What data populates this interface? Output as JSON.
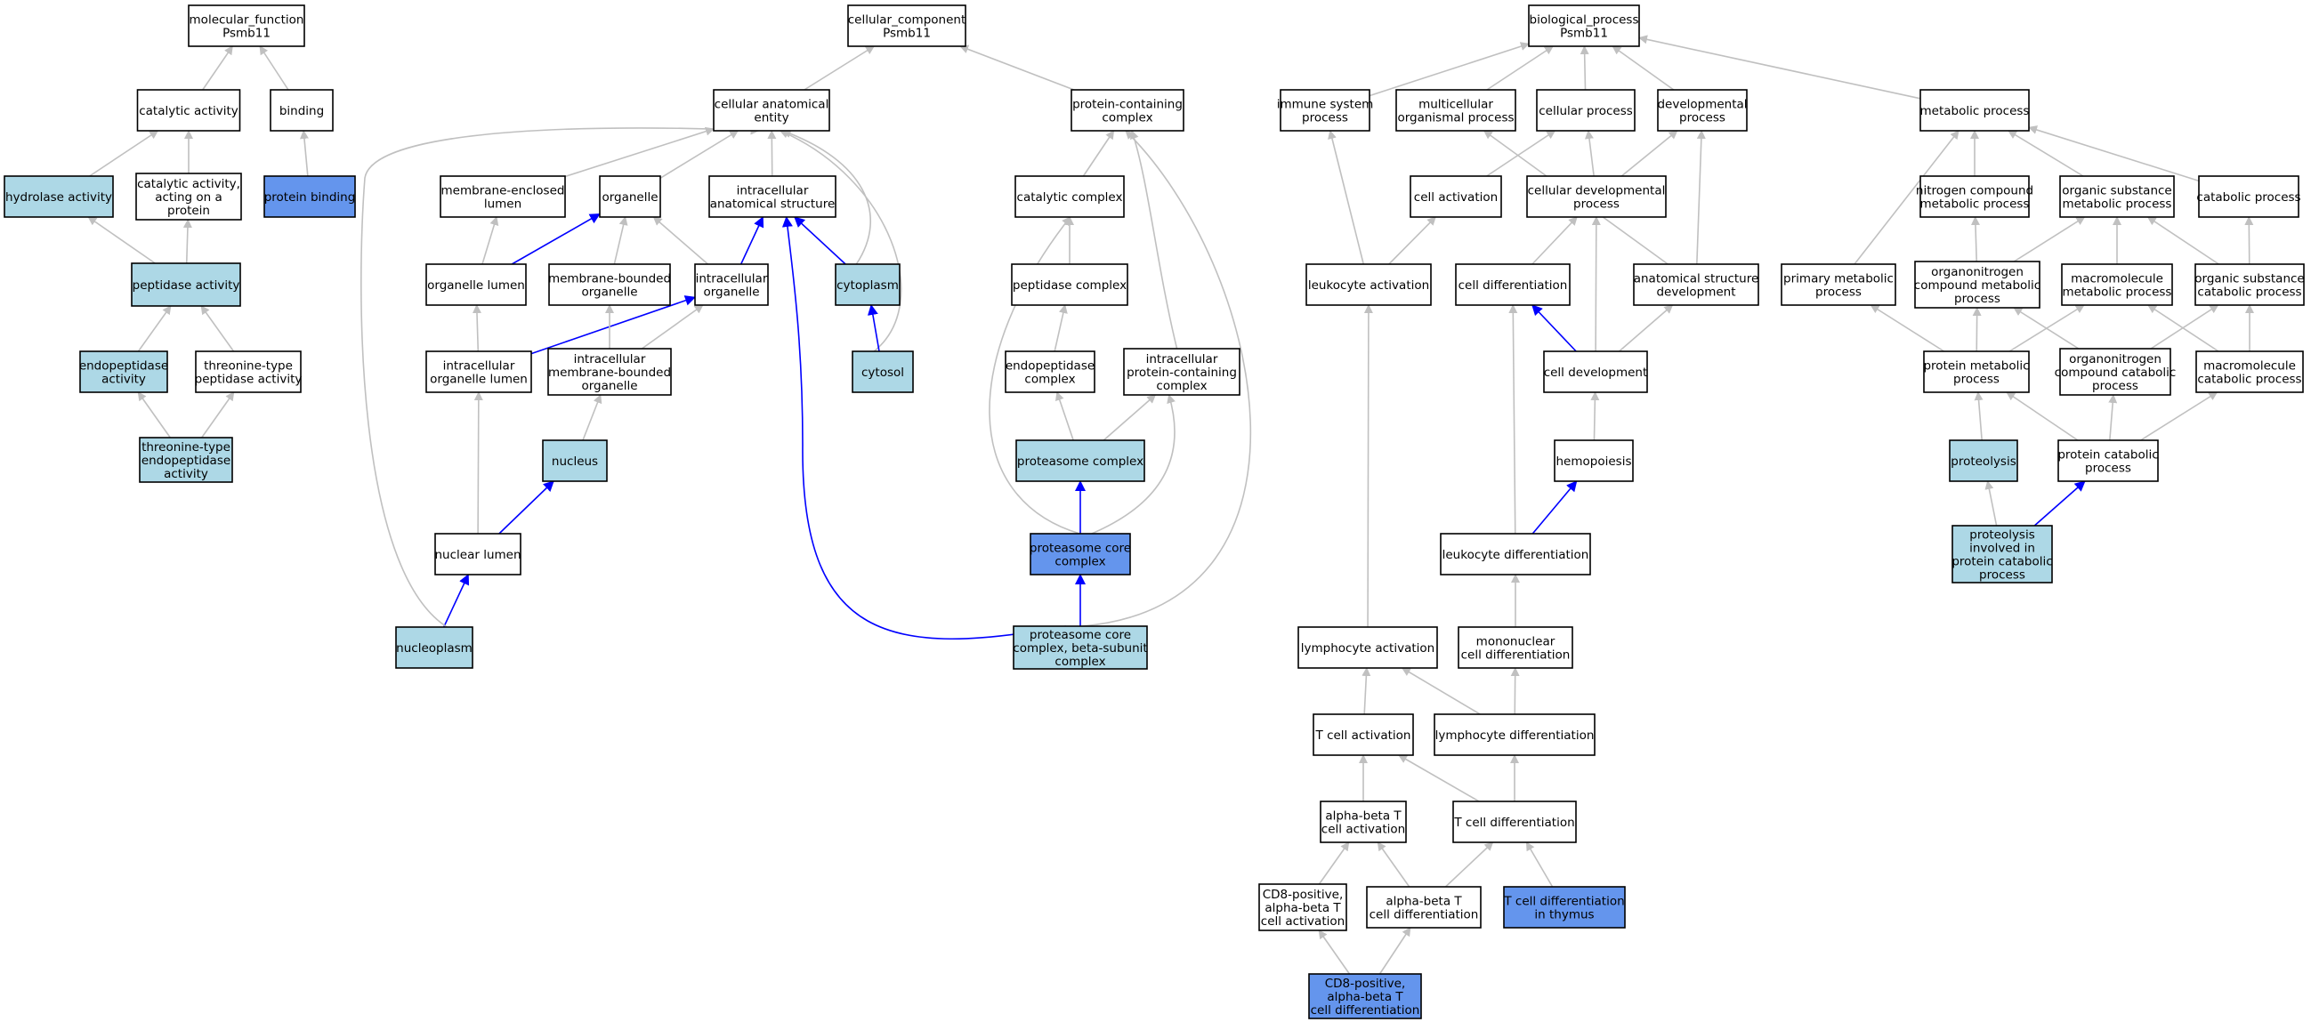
{
  "colors": {
    "plain": "#ffffff",
    "light": "#add8e6",
    "strong": "#6495ed",
    "edge_gray": "#c0c0c0",
    "edge_blue": "#0000ff"
  },
  "nodes": [
    {
      "id": "mf",
      "lines": [
        "molecular_function",
        "Psmb11"
      ],
      "style": "plain"
    },
    {
      "id": "cat_act",
      "lines": [
        "catalytic activity"
      ],
      "style": "plain"
    },
    {
      "id": "binding",
      "lines": [
        "binding"
      ],
      "style": "plain"
    },
    {
      "id": "hydrolase",
      "lines": [
        "hydrolase activity"
      ],
      "style": "light"
    },
    {
      "id": "cat_protein",
      "lines": [
        "catalytic activity,",
        "acting on a",
        "protein"
      ],
      "style": "plain"
    },
    {
      "id": "protein_binding",
      "lines": [
        "protein binding"
      ],
      "style": "strong"
    },
    {
      "id": "peptidase",
      "lines": [
        "peptidase activity"
      ],
      "style": "light"
    },
    {
      "id": "endopeptidase",
      "lines": [
        "endopeptidase",
        "activity"
      ],
      "style": "light"
    },
    {
      "id": "thr_peptidase",
      "lines": [
        "threonine-type",
        "peptidase activity"
      ],
      "style": "plain"
    },
    {
      "id": "thr_endopeptidase",
      "lines": [
        "threonine-type",
        "endopeptidase",
        "activity"
      ],
      "style": "light"
    },
    {
      "id": "cc",
      "lines": [
        "cellular_component",
        "Psmb11"
      ],
      "style": "plain"
    },
    {
      "id": "cae",
      "lines": [
        "cellular anatomical",
        "entity"
      ],
      "style": "plain"
    },
    {
      "id": "pcc",
      "lines": [
        "protein-containing",
        "complex"
      ],
      "style": "plain"
    },
    {
      "id": "mel",
      "lines": [
        "membrane-enclosed",
        "lumen"
      ],
      "style": "plain"
    },
    {
      "id": "organelle",
      "lines": [
        "organelle"
      ],
      "style": "plain"
    },
    {
      "id": "ias",
      "lines": [
        "intracellular",
        "anatomical structure"
      ],
      "style": "plain"
    },
    {
      "id": "catcomplex",
      "lines": [
        "catalytic complex"
      ],
      "style": "plain"
    },
    {
      "id": "org_lumen",
      "lines": [
        "organelle lumen"
      ],
      "style": "plain"
    },
    {
      "id": "mbo",
      "lines": [
        "membrane-bounded",
        "organelle"
      ],
      "style": "plain"
    },
    {
      "id": "io",
      "lines": [
        "intracellular",
        "organelle"
      ],
      "style": "plain"
    },
    {
      "id": "cytoplasm",
      "lines": [
        "cytoplasm"
      ],
      "style": "light"
    },
    {
      "id": "pepcomplex",
      "lines": [
        "peptidase complex"
      ],
      "style": "plain"
    },
    {
      "id": "iol",
      "lines": [
        "intracellular",
        "organelle lumen"
      ],
      "style": "plain"
    },
    {
      "id": "imbo",
      "lines": [
        "intracellular",
        "membrane-bounded",
        "organelle"
      ],
      "style": "plain"
    },
    {
      "id": "cytosol",
      "lines": [
        "cytosol"
      ],
      "style": "light"
    },
    {
      "id": "endocomplex",
      "lines": [
        "endopeptidase",
        "complex"
      ],
      "style": "plain"
    },
    {
      "id": "ipcc",
      "lines": [
        "intracellular",
        "protein-containing",
        "complex"
      ],
      "style": "plain"
    },
    {
      "id": "nucleus",
      "lines": [
        "nucleus"
      ],
      "style": "light"
    },
    {
      "id": "proteasome",
      "lines": [
        "proteasome complex"
      ],
      "style": "light"
    },
    {
      "id": "nuclumen",
      "lines": [
        "nuclear lumen"
      ],
      "style": "plain"
    },
    {
      "id": "pcore",
      "lines": [
        "proteasome core",
        "complex"
      ],
      "style": "strong"
    },
    {
      "id": "nucleoplasm",
      "lines": [
        "nucleoplasm"
      ],
      "style": "light"
    },
    {
      "id": "pcore_beta",
      "lines": [
        "proteasome core",
        "complex, beta-subunit",
        "complex"
      ],
      "style": "light"
    },
    {
      "id": "bp",
      "lines": [
        "biological_process",
        "Psmb11"
      ],
      "style": "plain"
    },
    {
      "id": "immune",
      "lines": [
        "immune system",
        "process"
      ],
      "style": "plain"
    },
    {
      "id": "multicell",
      "lines": [
        "multicellular",
        "organismal process"
      ],
      "style": "plain"
    },
    {
      "id": "cellproc",
      "lines": [
        "cellular process"
      ],
      "style": "plain"
    },
    {
      "id": "devproc",
      "lines": [
        "developmental",
        "process"
      ],
      "style": "plain"
    },
    {
      "id": "metab",
      "lines": [
        "metabolic process"
      ],
      "style": "plain"
    },
    {
      "id": "cellact",
      "lines": [
        "cell activation"
      ],
      "style": "plain"
    },
    {
      "id": "celldevproc",
      "lines": [
        "cellular developmental",
        "process"
      ],
      "style": "plain"
    },
    {
      "id": "ncmp",
      "lines": [
        "nitrogen compound",
        "metabolic process"
      ],
      "style": "plain"
    },
    {
      "id": "osmp",
      "lines": [
        "organic substance",
        "metabolic process"
      ],
      "style": "plain"
    },
    {
      "id": "catab",
      "lines": [
        "catabolic process"
      ],
      "style": "plain"
    },
    {
      "id": "leukact",
      "lines": [
        "leukocyte activation"
      ],
      "style": "plain"
    },
    {
      "id": "celldiff",
      "lines": [
        "cell differentiation"
      ],
      "style": "plain"
    },
    {
      "id": "asd",
      "lines": [
        "anatomical structure",
        "development"
      ],
      "style": "plain"
    },
    {
      "id": "primmet",
      "lines": [
        "primary metabolic",
        "process"
      ],
      "style": "plain"
    },
    {
      "id": "oncmp",
      "lines": [
        "organonitrogen",
        "compound metabolic",
        "process"
      ],
      "style": "plain"
    },
    {
      "id": "macromet",
      "lines": [
        "macromolecule",
        "metabolic process"
      ],
      "style": "plain"
    },
    {
      "id": "oscp",
      "lines": [
        "organic substance",
        "catabolic process"
      ],
      "style": "plain"
    },
    {
      "id": "celldev",
      "lines": [
        "cell development"
      ],
      "style": "plain"
    },
    {
      "id": "protmet",
      "lines": [
        "protein metabolic",
        "process"
      ],
      "style": "plain"
    },
    {
      "id": "onccp",
      "lines": [
        "organonitrogen",
        "compound catabolic",
        "process"
      ],
      "style": "plain"
    },
    {
      "id": "macrocat",
      "lines": [
        "macromolecule",
        "catabolic process"
      ],
      "style": "plain"
    },
    {
      "id": "hemo",
      "lines": [
        "hemopoiesis"
      ],
      "style": "plain"
    },
    {
      "id": "proteolysis",
      "lines": [
        "proteolysis"
      ],
      "style": "light"
    },
    {
      "id": "protcat",
      "lines": [
        "protein catabolic",
        "process"
      ],
      "style": "plain"
    },
    {
      "id": "leukdiff",
      "lines": [
        "leukocyte differentiation"
      ],
      "style": "plain"
    },
    {
      "id": "proteolysis_pc",
      "lines": [
        "proteolysis",
        "involved in",
        "protein catabolic",
        "process"
      ],
      "style": "light"
    },
    {
      "id": "lymphact",
      "lines": [
        "lymphocyte activation"
      ],
      "style": "plain"
    },
    {
      "id": "mncd",
      "lines": [
        "mononuclear",
        "cell differentiation"
      ],
      "style": "plain"
    },
    {
      "id": "tcellact",
      "lines": [
        "T cell activation"
      ],
      "style": "plain"
    },
    {
      "id": "lymphdiff",
      "lines": [
        "lymphocyte differentiation"
      ],
      "style": "plain"
    },
    {
      "id": "abtact",
      "lines": [
        "alpha-beta T",
        "cell activation"
      ],
      "style": "plain"
    },
    {
      "id": "tcelldiff",
      "lines": [
        "T cell differentiation"
      ],
      "style": "plain"
    },
    {
      "id": "cd8act",
      "lines": [
        "CD8-positive,",
        "alpha-beta T",
        "cell activation"
      ],
      "style": "plain"
    },
    {
      "id": "abtdiff",
      "lines": [
        "alpha-beta T",
        "cell differentiation"
      ],
      "style": "plain"
    },
    {
      "id": "tthymus",
      "lines": [
        "T cell differentiation",
        "in thymus"
      ],
      "style": "strong"
    },
    {
      "id": "cd8diff",
      "lines": [
        "CD8-positive,",
        "alpha-beta T",
        "cell differentiation"
      ],
      "style": "strong"
    }
  ],
  "edges": [
    [
      "cat_act",
      "mf",
      "gray"
    ],
    [
      "binding",
      "mf",
      "gray"
    ],
    [
      "hydrolase",
      "cat_act",
      "gray"
    ],
    [
      "cat_protein",
      "cat_act",
      "gray"
    ],
    [
      "protein_binding",
      "binding",
      "gray"
    ],
    [
      "peptidase",
      "hydrolase",
      "gray"
    ],
    [
      "peptidase",
      "cat_protein",
      "gray"
    ],
    [
      "endopeptidase",
      "peptidase",
      "gray"
    ],
    [
      "thr_peptidase",
      "peptidase",
      "gray"
    ],
    [
      "thr_endopeptidase",
      "endopeptidase",
      "gray"
    ],
    [
      "thr_endopeptidase",
      "thr_peptidase",
      "gray"
    ],
    [
      "cae",
      "cc",
      "gray"
    ],
    [
      "pcc",
      "cc",
      "gray"
    ],
    [
      "mel",
      "cae",
      "gray"
    ],
    [
      "organelle",
      "cae",
      "gray"
    ],
    [
      "ias",
      "cae",
      "gray"
    ],
    [
      "catcomplex",
      "pcc",
      "gray"
    ],
    [
      "org_lumen",
      "mel",
      "gray"
    ],
    [
      "org_lumen",
      "organelle",
      "blue"
    ],
    [
      "mbo",
      "organelle",
      "gray"
    ],
    [
      "io",
      "organelle",
      "gray"
    ],
    [
      "io",
      "ias",
      "blue"
    ],
    [
      "cytoplasm",
      "ias",
      "blue"
    ],
    [
      "cytoplasm",
      "cae",
      "gray"
    ],
    [
      "cytosol",
      "cae",
      "gray"
    ],
    [
      "cytosol",
      "cytoplasm",
      "blue"
    ],
    [
      "pepcomplex",
      "catcomplex",
      "gray"
    ],
    [
      "iol",
      "org_lumen",
      "gray"
    ],
    [
      "iol",
      "io",
      "blue"
    ],
    [
      "imbo",
      "mbo",
      "gray"
    ],
    [
      "imbo",
      "io",
      "gray"
    ],
    [
      "endocomplex",
      "pepcomplex",
      "gray"
    ],
    [
      "ipcc",
      "pcc",
      "gray"
    ],
    [
      "nucleus",
      "imbo",
      "gray"
    ],
    [
      "proteasome",
      "endocomplex",
      "gray"
    ],
    [
      "proteasome",
      "ipcc",
      "gray"
    ],
    [
      "nuclumen",
      "iol",
      "gray"
    ],
    [
      "nuclumen",
      "nucleus",
      "blue"
    ],
    [
      "pcore",
      "proteasome",
      "blue"
    ],
    [
      "pcore",
      "catcomplex",
      "gray"
    ],
    [
      "pcore",
      "ipcc",
      "gray"
    ],
    [
      "nucleoplasm",
      "nuclumen",
      "blue"
    ],
    [
      "nucleoplasm",
      "cae",
      "gray"
    ],
    [
      "pcore_beta",
      "pcore",
      "blue"
    ],
    [
      "pcore_beta",
      "ias",
      "blue"
    ],
    [
      "pcore_beta",
      "pcc",
      "gray"
    ],
    [
      "immune",
      "bp",
      "gray"
    ],
    [
      "multicell",
      "bp",
      "gray"
    ],
    [
      "cellproc",
      "bp",
      "gray"
    ],
    [
      "devproc",
      "bp",
      "gray"
    ],
    [
      "metab",
      "bp",
      "gray"
    ],
    [
      "cellact",
      "cellproc",
      "gray"
    ],
    [
      "celldevproc",
      "cellproc",
      "gray"
    ],
    [
      "celldevproc",
      "devproc",
      "gray"
    ],
    [
      "ncmp",
      "metab",
      "gray"
    ],
    [
      "osmp",
      "metab",
      "gray"
    ],
    [
      "catab",
      "metab",
      "gray"
    ],
    [
      "leukact",
      "immune",
      "gray"
    ],
    [
      "leukact",
      "cellact",
      "gray"
    ],
    [
      "celldiff",
      "celldevproc",
      "gray"
    ],
    [
      "asd",
      "devproc",
      "gray"
    ],
    [
      "asd",
      "multicell",
      "gray"
    ],
    [
      "primmet",
      "metab",
      "gray"
    ],
    [
      "oncmp",
      "ncmp",
      "gray"
    ],
    [
      "oncmp",
      "osmp",
      "gray"
    ],
    [
      "macromet",
      "osmp",
      "gray"
    ],
    [
      "oscp",
      "osmp",
      "gray"
    ],
    [
      "oscp",
      "catab",
      "gray"
    ],
    [
      "celldev",
      "celldiff",
      "blue"
    ],
    [
      "celldev",
      "celldevproc",
      "gray"
    ],
    [
      "celldev",
      "asd",
      "gray"
    ],
    [
      "protmet",
      "primmet",
      "gray"
    ],
    [
      "protmet",
      "oncmp",
      "gray"
    ],
    [
      "protmet",
      "macromet",
      "gray"
    ],
    [
      "onccp",
      "oncmp",
      "gray"
    ],
    [
      "onccp",
      "oscp",
      "gray"
    ],
    [
      "macrocat",
      "macromet",
      "gray"
    ],
    [
      "macrocat",
      "oscp",
      "gray"
    ],
    [
      "hemo",
      "celldev",
      "gray"
    ],
    [
      "proteolysis",
      "protmet",
      "gray"
    ],
    [
      "protcat",
      "protmet",
      "gray"
    ],
    [
      "protcat",
      "onccp",
      "gray"
    ],
    [
      "protcat",
      "macrocat",
      "gray"
    ],
    [
      "leukdiff",
      "hemo",
      "blue"
    ],
    [
      "leukdiff",
      "celldiff",
      "gray"
    ],
    [
      "proteolysis_pc",
      "proteolysis",
      "gray"
    ],
    [
      "proteolysis_pc",
      "protcat",
      "blue"
    ],
    [
      "lymphact",
      "leukact",
      "gray"
    ],
    [
      "mncd",
      "leukdiff",
      "gray"
    ],
    [
      "tcellact",
      "lymphact",
      "gray"
    ],
    [
      "lymphdiff",
      "lymphact",
      "gray"
    ],
    [
      "lymphdiff",
      "mncd",
      "gray"
    ],
    [
      "abtact",
      "tcellact",
      "gray"
    ],
    [
      "tcelldiff",
      "tcellact",
      "gray"
    ],
    [
      "tcelldiff",
      "lymphdiff",
      "gray"
    ],
    [
      "cd8act",
      "abtact",
      "gray"
    ],
    [
      "abtdiff",
      "abtact",
      "gray"
    ],
    [
      "abtdiff",
      "tcelldiff",
      "gray"
    ],
    [
      "tthymus",
      "tcelldiff",
      "gray"
    ],
    [
      "cd8diff",
      "cd8act",
      "gray"
    ],
    [
      "cd8diff",
      "abtdiff",
      "gray"
    ]
  ]
}
